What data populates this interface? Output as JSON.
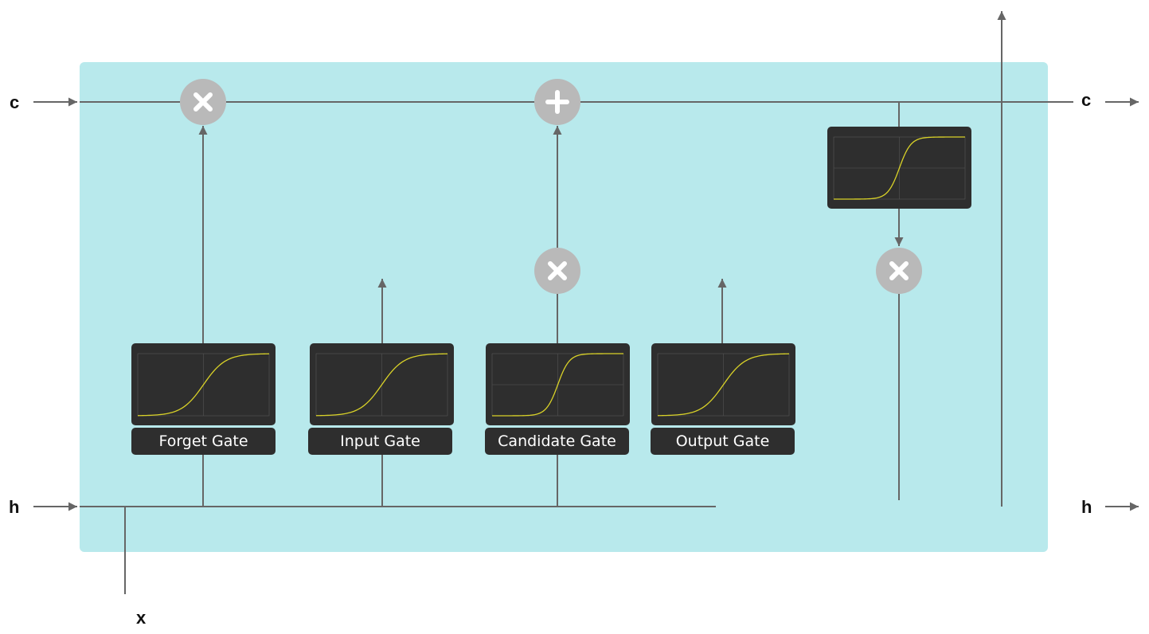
{
  "colors": {
    "cell_background": "#b8e9ec",
    "wire": "#666666",
    "operator_fill": "#b9b9b9",
    "operator_symbol": "#ffffff",
    "plot_background": "#2e2e2e",
    "plot_grid": "#555555",
    "activation_curve": "#d9d228"
  },
  "ports": {
    "c_in": "c",
    "c_out": "c",
    "h_in": "h",
    "h_out": "h",
    "x_in": "x"
  },
  "gates": {
    "forget": {
      "label": "Forget Gate",
      "activation": "sigmoid"
    },
    "input": {
      "label": "Input Gate",
      "activation": "sigmoid"
    },
    "candidate": {
      "label": "Candidate Gate",
      "activation": "tanh"
    },
    "output": {
      "label": "Output Gate",
      "activation": "sigmoid"
    },
    "cell_output": {
      "label": "",
      "activation": "tanh"
    }
  },
  "operators": {
    "forget_multiply": {
      "op": "multiply",
      "icon": "times-icon"
    },
    "cell_add": {
      "op": "add",
      "icon": "plus-icon"
    },
    "input_multiply": {
      "op": "multiply",
      "icon": "times-icon"
    },
    "output_multiply": {
      "op": "multiply",
      "icon": "times-icon"
    }
  }
}
